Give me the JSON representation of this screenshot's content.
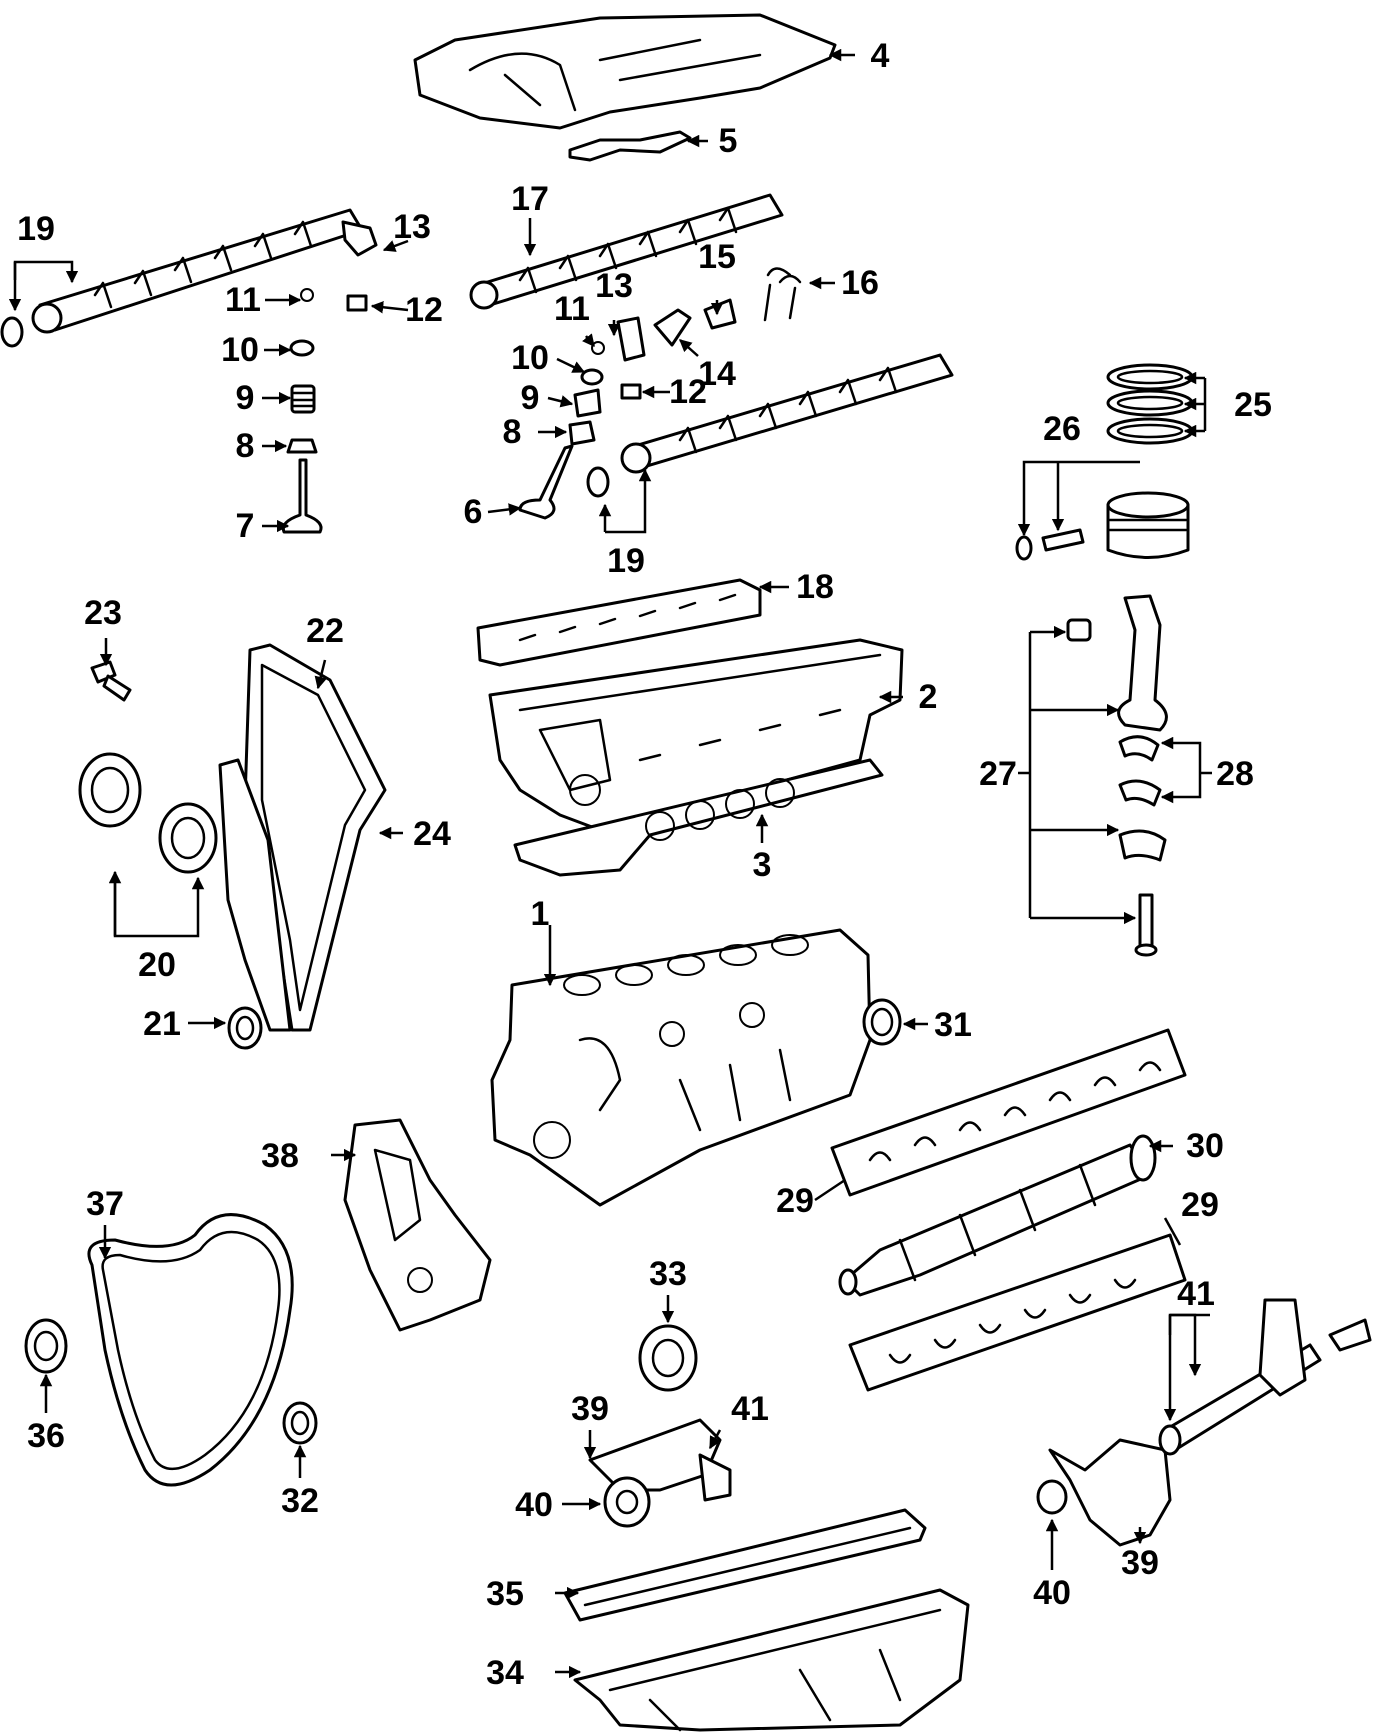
{
  "callouts": [
    {
      "id": "1",
      "text": "1"
    },
    {
      "id": "2",
      "text": "2"
    },
    {
      "id": "3",
      "text": "3"
    },
    {
      "id": "4",
      "text": "4"
    },
    {
      "id": "5",
      "text": "5"
    },
    {
      "id": "6",
      "text": "6"
    },
    {
      "id": "7",
      "text": "7"
    },
    {
      "id": "8a",
      "text": "8"
    },
    {
      "id": "8b",
      "text": "8"
    },
    {
      "id": "9a",
      "text": "9"
    },
    {
      "id": "9b",
      "text": "9"
    },
    {
      "id": "10a",
      "text": "10"
    },
    {
      "id": "10b",
      "text": "10"
    },
    {
      "id": "11a",
      "text": "11"
    },
    {
      "id": "11b",
      "text": "11"
    },
    {
      "id": "12a",
      "text": "12"
    },
    {
      "id": "12b",
      "text": "12"
    },
    {
      "id": "13a",
      "text": "13"
    },
    {
      "id": "13b",
      "text": "13"
    },
    {
      "id": "14",
      "text": "14"
    },
    {
      "id": "15",
      "text": "15"
    },
    {
      "id": "16",
      "text": "16"
    },
    {
      "id": "17",
      "text": "17"
    },
    {
      "id": "18",
      "text": "18"
    },
    {
      "id": "19a",
      "text": "19"
    },
    {
      "id": "19b",
      "text": "19"
    },
    {
      "id": "20",
      "text": "20"
    },
    {
      "id": "21",
      "text": "21"
    },
    {
      "id": "22",
      "text": "22"
    },
    {
      "id": "23",
      "text": "23"
    },
    {
      "id": "24",
      "text": "24"
    },
    {
      "id": "25",
      "text": "25"
    },
    {
      "id": "26",
      "text": "26"
    },
    {
      "id": "27",
      "text": "27"
    },
    {
      "id": "28",
      "text": "28"
    },
    {
      "id": "29a",
      "text": "29"
    },
    {
      "id": "29b",
      "text": "29"
    },
    {
      "id": "30",
      "text": "30"
    },
    {
      "id": "31",
      "text": "31"
    },
    {
      "id": "32",
      "text": "32"
    },
    {
      "id": "33",
      "text": "33"
    },
    {
      "id": "34",
      "text": "34"
    },
    {
      "id": "35",
      "text": "35"
    },
    {
      "id": "36",
      "text": "36"
    },
    {
      "id": "37",
      "text": "37"
    },
    {
      "id": "38",
      "text": "38"
    },
    {
      "id": "39a",
      "text": "39"
    },
    {
      "id": "39b",
      "text": "39"
    },
    {
      "id": "40a",
      "text": "40"
    },
    {
      "id": "40b",
      "text": "40"
    },
    {
      "id": "41a",
      "text": "41"
    },
    {
      "id": "41b",
      "text": "41"
    }
  ]
}
